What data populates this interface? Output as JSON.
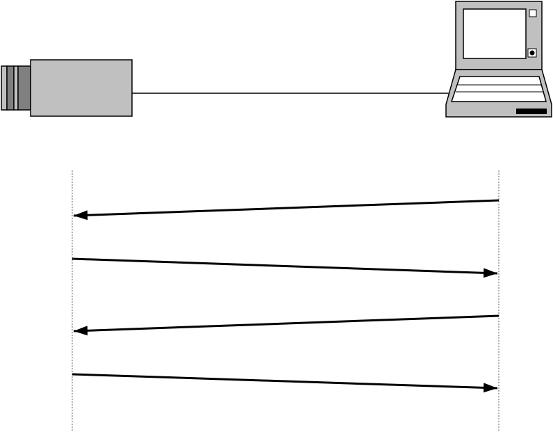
{
  "diagram": {
    "type": "sequence-diagram",
    "participants": [
      {
        "id": "camera",
        "icon": "camera-icon"
      },
      {
        "id": "laptop",
        "icon": "laptop-icon"
      }
    ],
    "connection": {
      "from": "camera",
      "to": "laptop",
      "kind": "cable"
    },
    "messages": [
      {
        "from": "laptop",
        "to": "camera"
      },
      {
        "from": "camera",
        "to": "laptop"
      },
      {
        "from": "laptop",
        "to": "camera"
      },
      {
        "from": "camera",
        "to": "laptop"
      }
    ],
    "colors": {
      "line": "#000000",
      "camera_body": "#c0c0c0",
      "camera_stripe_dark": "#808080",
      "lifeline": "#666666"
    }
  }
}
